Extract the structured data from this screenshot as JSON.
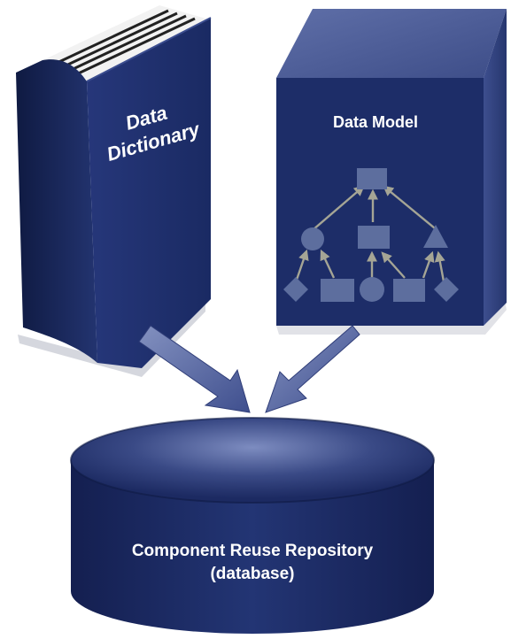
{
  "book": {
    "line1": "Data",
    "line2": "Dictionary"
  },
  "model": {
    "title": "Data Model"
  },
  "repository": {
    "line1": "Component Reuse Repository",
    "line2": "(database)"
  },
  "colors": {
    "navy": "#1d2d66",
    "navy_light": "#4a5b98",
    "navy_dark": "#111c45",
    "shape_fill": "#5d6e9e",
    "arrow_gray": "#9a9a8a",
    "flow_arrow": "#5a6aa0"
  }
}
